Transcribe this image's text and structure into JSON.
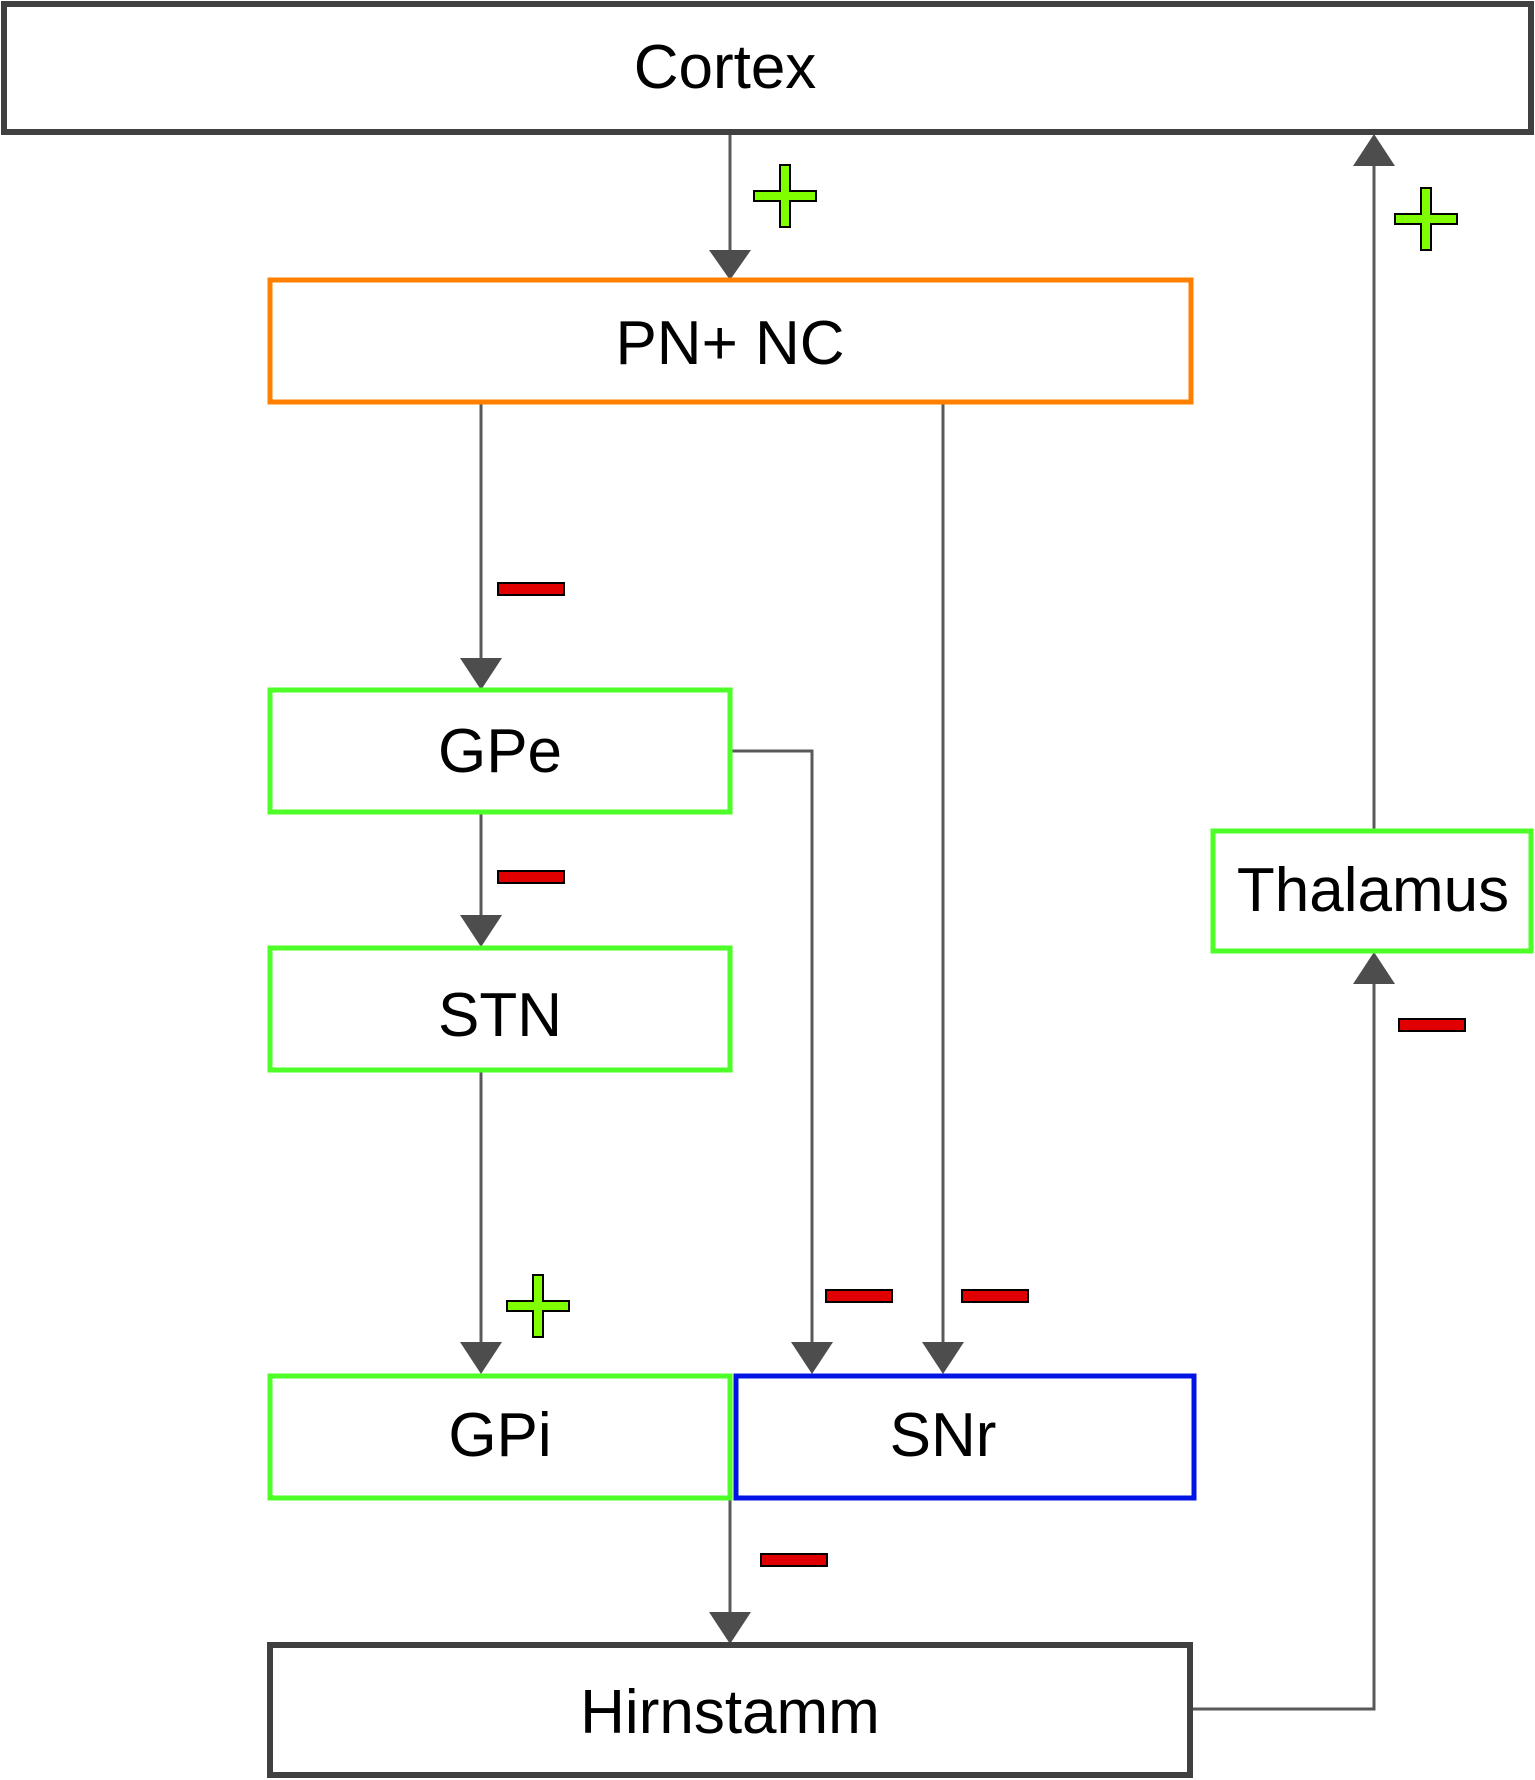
{
  "nodes": {
    "cortex": {
      "label": "Cortex",
      "color": "#404040"
    },
    "pn_nc": {
      "label": "PN+ NC",
      "color": "#ff8000"
    },
    "gpe": {
      "label": "GPe",
      "color": "#4dff26"
    },
    "stn": {
      "label": "STN",
      "color": "#4dff26"
    },
    "gpi": {
      "label": "GPi",
      "color": "#4dff26"
    },
    "snr": {
      "label": "SNr",
      "color": "#0014e6"
    },
    "hirnstamm": {
      "label": "Hirnstamm",
      "color": "#404040"
    },
    "thalamus": {
      "label": "Thalamus",
      "color": "#4dff26"
    }
  },
  "edges": [
    {
      "from": "Cortex",
      "to": "PN+ NC",
      "effect": "excitatory"
    },
    {
      "from": "PN+ NC",
      "to": "GPe",
      "effect": "inhibitory"
    },
    {
      "from": "PN+ NC",
      "to": "SNr",
      "effect": "inhibitory"
    },
    {
      "from": "GPe",
      "to": "STN",
      "effect": "inhibitory"
    },
    {
      "from": "GPe",
      "to": "SNr",
      "effect": "inhibitory"
    },
    {
      "from": "STN",
      "to": "GPi",
      "effect": "excitatory"
    },
    {
      "from": "GPi",
      "to": "Hirnstamm",
      "effect": "inhibitory"
    },
    {
      "from": "Hirnstamm",
      "to": "Thalamus",
      "effect": "inhibitory"
    },
    {
      "from": "Thalamus",
      "to": "Cortex",
      "effect": "excitatory"
    }
  ],
  "signs": {
    "plus_color": "#80ff00",
    "minus_color": "#e00000"
  }
}
